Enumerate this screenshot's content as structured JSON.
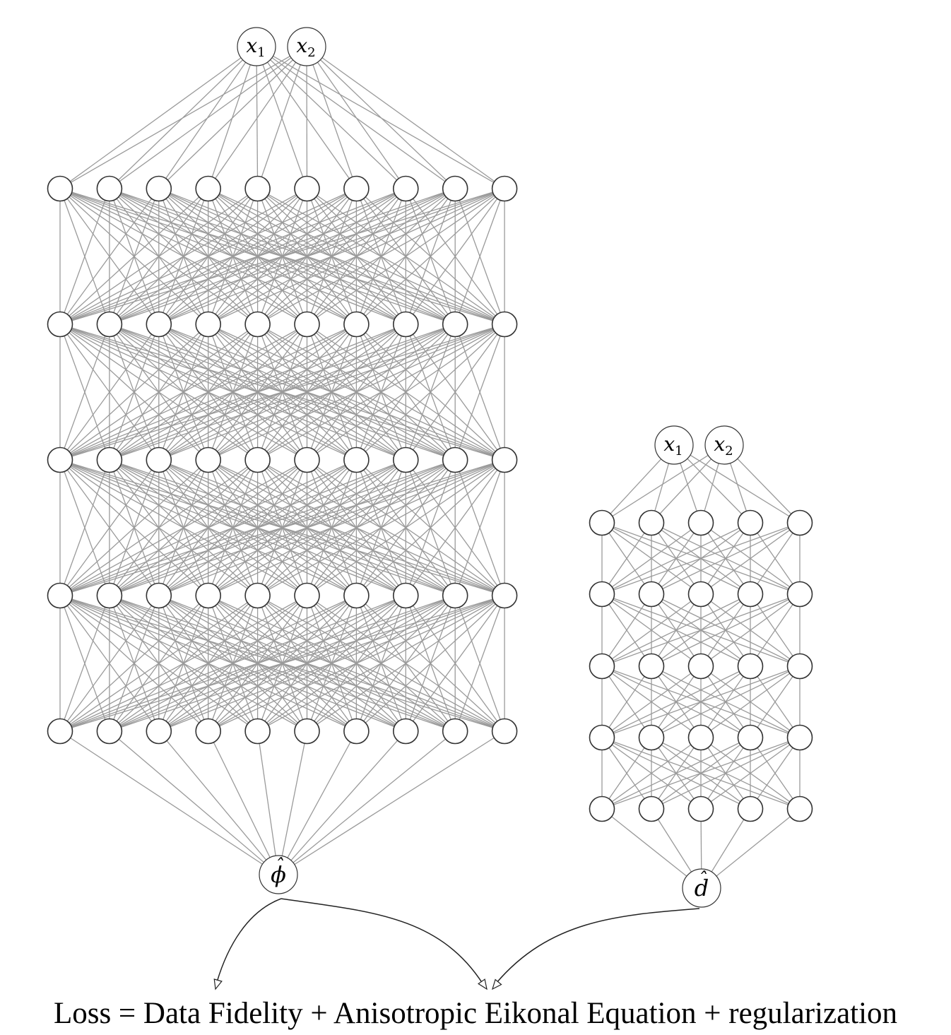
{
  "networks": [
    {
      "name": "phi-network",
      "inputs": [
        {
          "base": "x",
          "sub": "1"
        },
        {
          "base": "x",
          "sub": "2"
        }
      ],
      "hidden_layers": 5,
      "neurons_per_layer": 10,
      "output": {
        "base": "ϕ",
        "accent": "ˆ"
      }
    },
    {
      "name": "d-network",
      "inputs": [
        {
          "base": "x",
          "sub": "1"
        },
        {
          "base": "x",
          "sub": "2"
        }
      ],
      "hidden_layers": 5,
      "neurons_per_layer": 5,
      "output": {
        "base": "d",
        "accent": "ˆ"
      }
    }
  ],
  "loss": {
    "text": "Loss = Data Fidelity + Anisotropic Eikonal Equation + regularization"
  },
  "colors": {
    "edge": "#9a9a9a",
    "node_stroke": "#333333",
    "arrow": "#222222"
  }
}
